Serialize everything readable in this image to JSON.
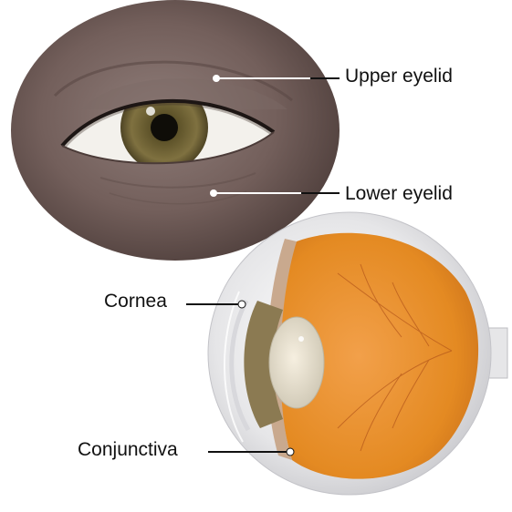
{
  "labels": {
    "upper_eyelid": "Upper eyelid",
    "lower_eyelid": "Lower eyelid",
    "cornea": "Cornea",
    "conjunctiva": "Conjunctiva"
  },
  "colors": {
    "skin": "#6e5a56",
    "skin_light": "#8a7773",
    "iris": "#7a6a3a",
    "sclera": "#f4f2ee",
    "retina": "#e8912a",
    "eyeball_outer": "#e9e9ea",
    "leader_line": "#111111"
  }
}
